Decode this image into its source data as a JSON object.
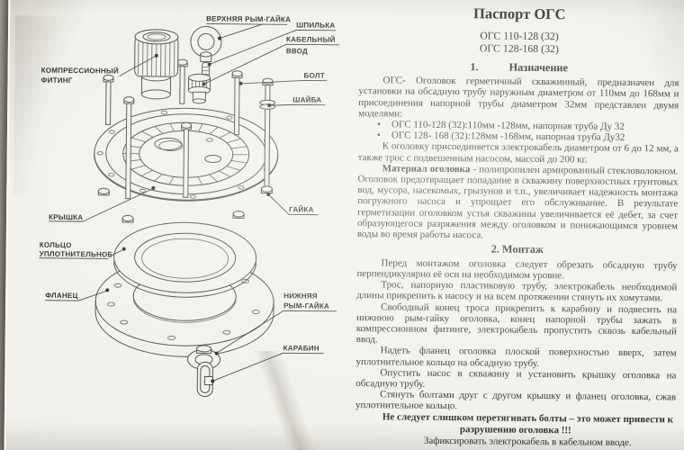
{
  "document": {
    "title": "Паспорт ОГС",
    "models": [
      "ОГС 110-128 (32)",
      "ОГС 128-168 (32)"
    ],
    "s1_num": "1.",
    "s1_heading": "Назначение",
    "s1_intro": "ОГС- Оголовок герметичный скважинный, предназначен для установки на обсадную трубу наружным диаметром от 110мм до 168мм и присоединения напорной трубы диаметром 32мм представлен двумя моделями:",
    "bullets": [
      "ОГС 110-128 (32):110мм -128мм, напорная труба Ду 32",
      "ОГС 128- 168 (32):128мм -168мм, напорная труба Ду32"
    ],
    "s1_cable": "К оголовку присоединяется электрокабель диаметром от 6 до 12 мм, а также трос с подвешенным насосом, массой до 200 кг.",
    "s1_material_bold": "Материал оголовка",
    "s1_material_text": " - полипропилен армированный стекловолокном. Оголовок предотвращает попадание в скважину поверхностных грунтовых вод, мусора, насекомых, грызунов и т.п., увеличивает надежность монтажа погружного насоса и упрощает его обслуживание. В результате герметизации оголовком устья скважины увеличивается её дебет, за счет образующегося разряжения между оголовком и понижающимся уровнем воды во время работы насоса.",
    "s2_heading": "2. Монтаж",
    "s2_paras": [
      "Перед монтажом оголовка следует обрезать обсадную трубу перпендикулярно её оси на необходимом уровне.",
      "Трос, напорную пластиковую трубу, электрокабель необходимой длины прикрепить к насосу и на всем протяжении стянуть их хомутами.",
      "Свободный конец троса прикрепить к карабину и подвесить на нижнюю рым-гайку оголовка, конец напорной трубы зажать в компрессионном фитинге, электрокабель пропустить сквозь кабельный ввод.",
      "Надеть фланец оголовка плоской поверхностью вверх, затем уплотнительное кольцо на обсадную трубу.",
      "Опустить насос в скважину и установить крышку оголовка на обсадную трубу.",
      "Стянуть болтами друг с другом крышку и фланец оголовка, сжав уплотнительное кольцо."
    ],
    "warning": "Не следует слишком перетягивать болты – это может привести к разрушению оголовка !!!",
    "final": "Зафиксировать электрокабель в кабельном вводе."
  },
  "diagram": {
    "labels": {
      "top_eye_nut": "ВЕРХНЯЯ РЫМ-ГАЙКА",
      "stud": "ШПИЛЬКА",
      "cable_entry_l1": "КАБЕЛЬНЫЙ",
      "cable_entry_l2": "ВВОД",
      "compression_l1": "КОМПРЕССИОННЫЙ",
      "compression_l2": "ФИТИНГ",
      "bolt": "БОЛТ",
      "washer": "ШАЙБА",
      "nut": "ГАЙКА",
      "cover": "КРЫШКА",
      "oring_l1": "КОЛЬЦО",
      "oring_l2": "УПЛОТНИТЕЛЬНОЕ",
      "flange": "ФЛАНЕЦ",
      "bottom_eye_nut_l1": "НИЖНЯЯ",
      "bottom_eye_nut_l2": "РЫМ-ГАЙКА",
      "carabiner": "КАРАБИН"
    }
  }
}
